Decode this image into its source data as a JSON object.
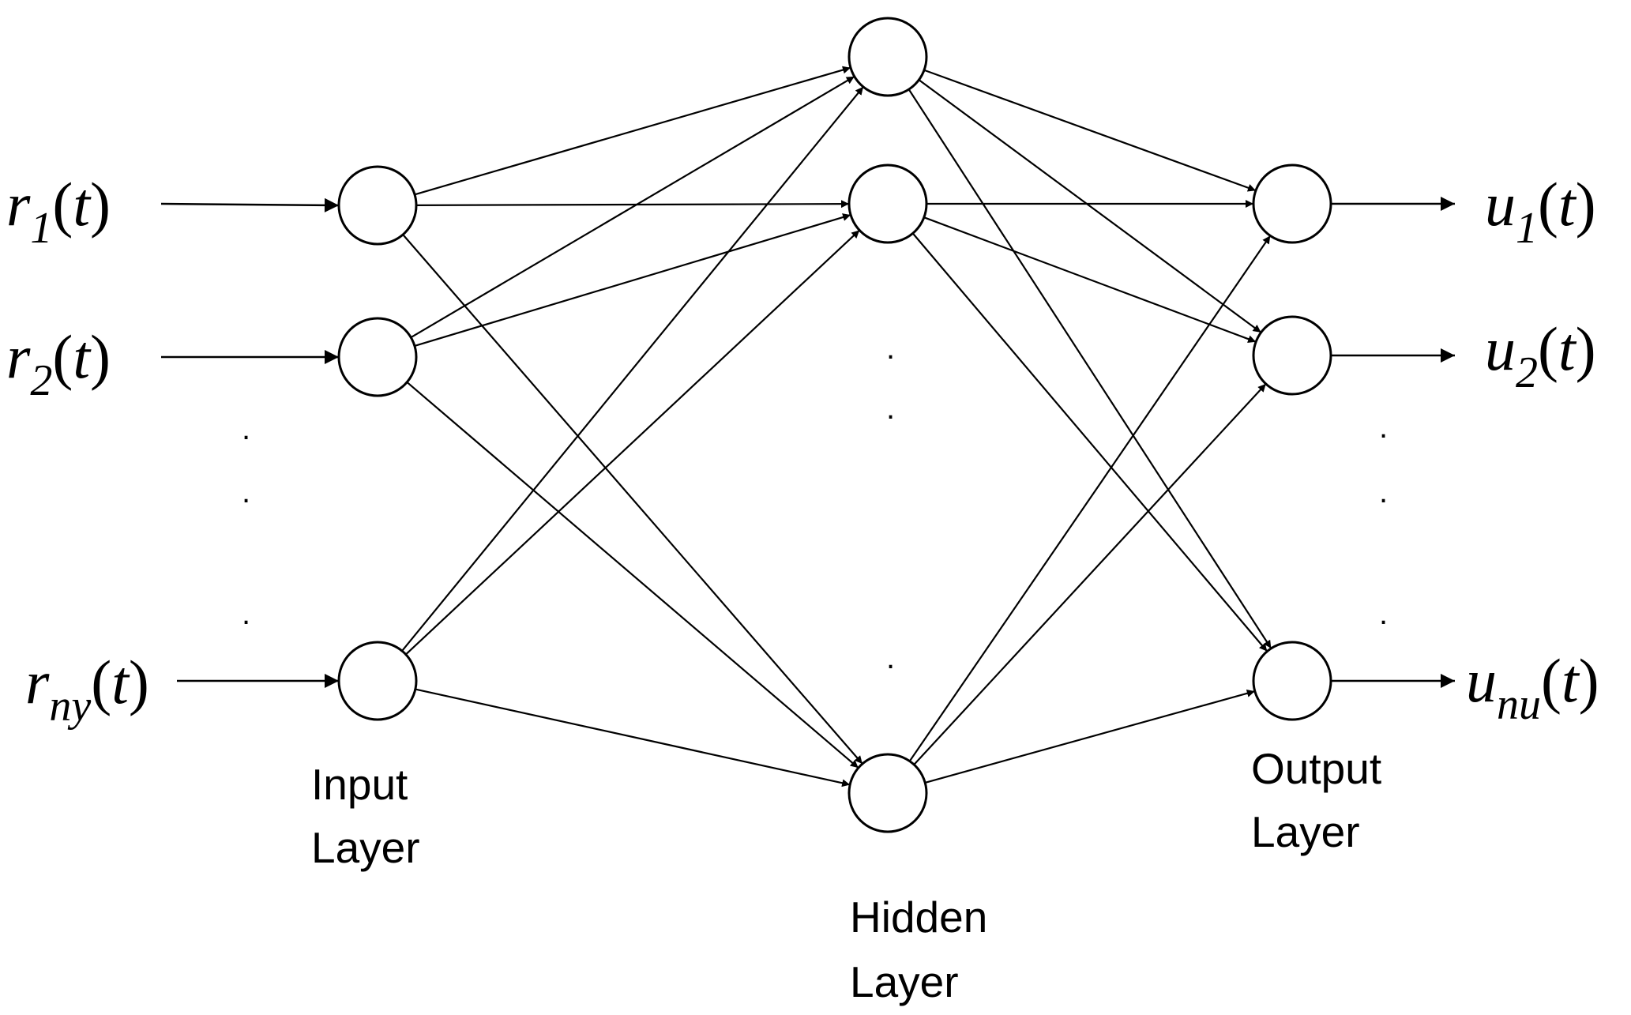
{
  "inputs": [
    {
      "base": "r",
      "sub": "1",
      "arg": "t"
    },
    {
      "base": "r",
      "sub": "2",
      "arg": "t"
    },
    {
      "base": "r",
      "sub": "ny",
      "arg": "t"
    }
  ],
  "outputs": [
    {
      "base": "u",
      "sub": "1",
      "arg": "t"
    },
    {
      "base": "u",
      "sub": "2",
      "arg": "t"
    },
    {
      "base": "u",
      "sub": "nu",
      "arg": "t"
    }
  ],
  "layers": {
    "input": [
      "Input",
      "Layer"
    ],
    "hidden": [
      "Hidden",
      "Layer"
    ],
    "output": [
      "Output",
      "Layer"
    ]
  },
  "ellipsis": ".",
  "colors": {
    "stroke": "#000000",
    "background": "#ffffff"
  }
}
